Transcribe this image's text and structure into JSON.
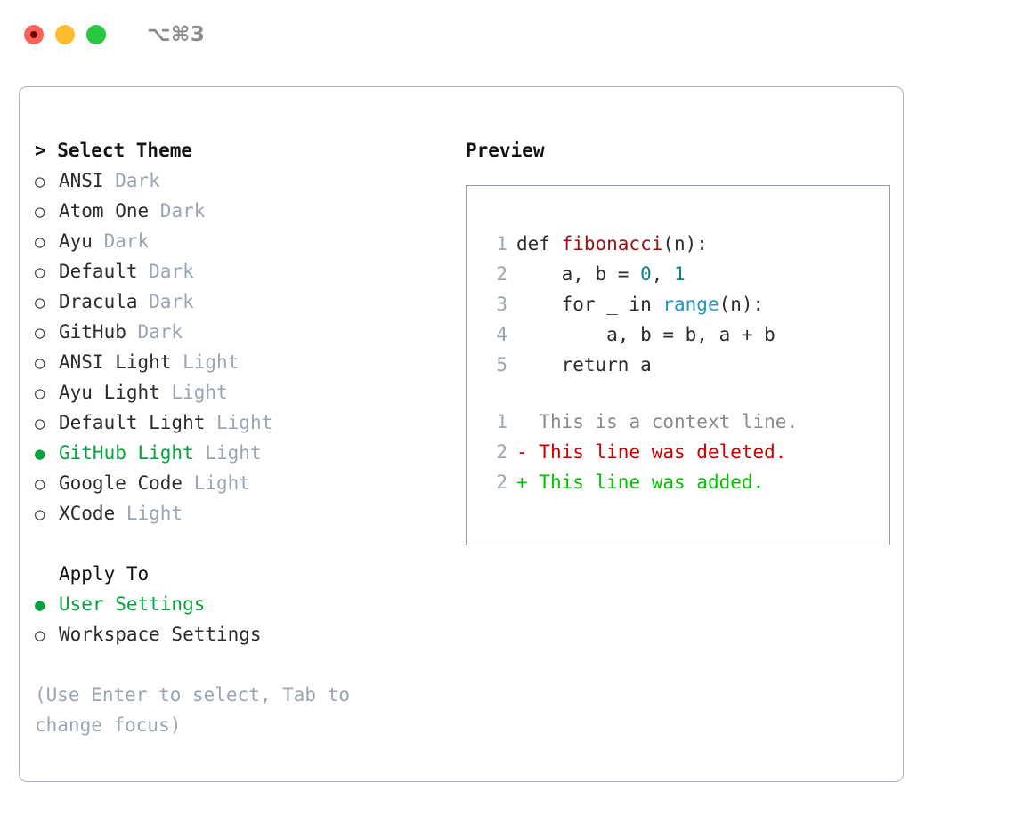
{
  "titlebar": {
    "shortcut": "⌥⌘3",
    "buttons": [
      {
        "name": "close",
        "color": "#ff6159"
      },
      {
        "name": "minimize",
        "color": "#ffbd2e"
      },
      {
        "name": "zoom",
        "color": "#28c840"
      }
    ]
  },
  "theme_panel": {
    "heading": "> Select Theme",
    "options": [
      {
        "marker": "○",
        "selected": false,
        "label": "ANSI",
        "kind": " Dark"
      },
      {
        "marker": "○",
        "selected": false,
        "label": "Atom One",
        "kind": " Dark"
      },
      {
        "marker": "○",
        "selected": false,
        "label": "Ayu",
        "kind": " Dark"
      },
      {
        "marker": "○",
        "selected": false,
        "label": "Default",
        "kind": " Dark"
      },
      {
        "marker": "○",
        "selected": false,
        "label": "Dracula",
        "kind": " Dark"
      },
      {
        "marker": "○",
        "selected": false,
        "label": "GitHub",
        "kind": " Dark"
      },
      {
        "marker": "○",
        "selected": false,
        "label": "ANSI Light",
        "kind": " Light"
      },
      {
        "marker": "○",
        "selected": false,
        "label": "Ayu Light",
        "kind": " Light"
      },
      {
        "marker": "○",
        "selected": false,
        "label": "Default Light",
        "kind": " Light"
      },
      {
        "marker": "●",
        "selected": true,
        "label": "GitHub Light",
        "kind": " Light"
      },
      {
        "marker": "○",
        "selected": false,
        "label": "Google Code",
        "kind": " Light"
      },
      {
        "marker": "○",
        "selected": false,
        "label": "XCode",
        "kind": " Light"
      }
    ]
  },
  "apply_to": {
    "heading": "Apply To",
    "options": [
      {
        "marker": "●",
        "selected": true,
        "label": "User Settings"
      },
      {
        "marker": "○",
        "selected": false,
        "label": "Workspace Settings"
      }
    ]
  },
  "hint": "(Use Enter to select, Tab to change focus)",
  "preview": {
    "heading": "Preview",
    "code_lines": [
      {
        "num": "1",
        "tokens": [
          {
            "t": "def ",
            "c": "plain"
          },
          {
            "t": "fibonacci",
            "c": "fn"
          },
          {
            "t": "(n):",
            "c": "plain"
          }
        ]
      },
      {
        "num": "2",
        "tokens": [
          {
            "t": "    a, b = ",
            "c": "plain"
          },
          {
            "t": "0",
            "c": "num"
          },
          {
            "t": ", ",
            "c": "plain"
          },
          {
            "t": "1",
            "c": "num"
          }
        ]
      },
      {
        "num": "3",
        "tokens": [
          {
            "t": "    for _ in ",
            "c": "plain"
          },
          {
            "t": "range",
            "c": "call"
          },
          {
            "t": "(n):",
            "c": "plain"
          }
        ]
      },
      {
        "num": "4",
        "tokens": [
          {
            "t": "        a, b = b, a + b",
            "c": "plain"
          }
        ]
      },
      {
        "num": "5",
        "tokens": [
          {
            "t": "    return a",
            "c": "plain"
          }
        ]
      }
    ],
    "diff_lines": [
      {
        "num": "1",
        "sign": "  ",
        "text": "This is a context line.",
        "kind": "ctx"
      },
      {
        "num": "2",
        "sign": "- ",
        "text": "This line was deleted.",
        "kind": "del"
      },
      {
        "num": "2",
        "sign": "+ ",
        "text": "This line was added.",
        "kind": "add"
      }
    ]
  },
  "colors": {
    "accent_green": "#07a23e",
    "muted": "#9aa5b1",
    "border": "#aab2bf",
    "preview_border": "#8e9aab",
    "code_fn": "#9e1111",
    "code_num": "#0d8080",
    "code_call": "#2396c6",
    "diff_del": "#cc0000",
    "diff_add": "#00c400"
  }
}
